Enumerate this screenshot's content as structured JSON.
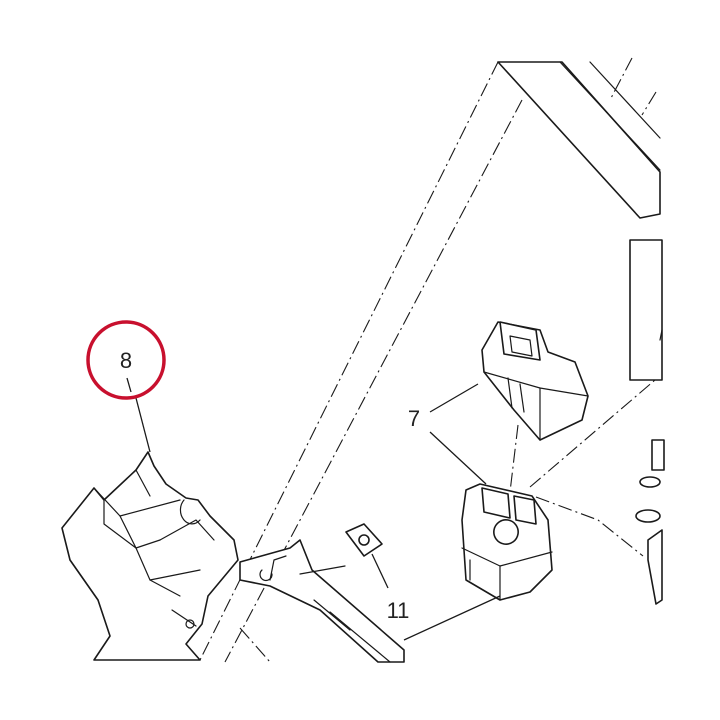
{
  "diagram": {
    "callouts": [
      {
        "label": "8",
        "highlighted": true
      },
      {
        "label": "7",
        "highlighted": false
      },
      {
        "label": "11",
        "highlighted": false
      }
    ]
  },
  "colors": {
    "line": "#1a1a1a",
    "highlight": "#c8102e",
    "background": "#ffffff"
  }
}
